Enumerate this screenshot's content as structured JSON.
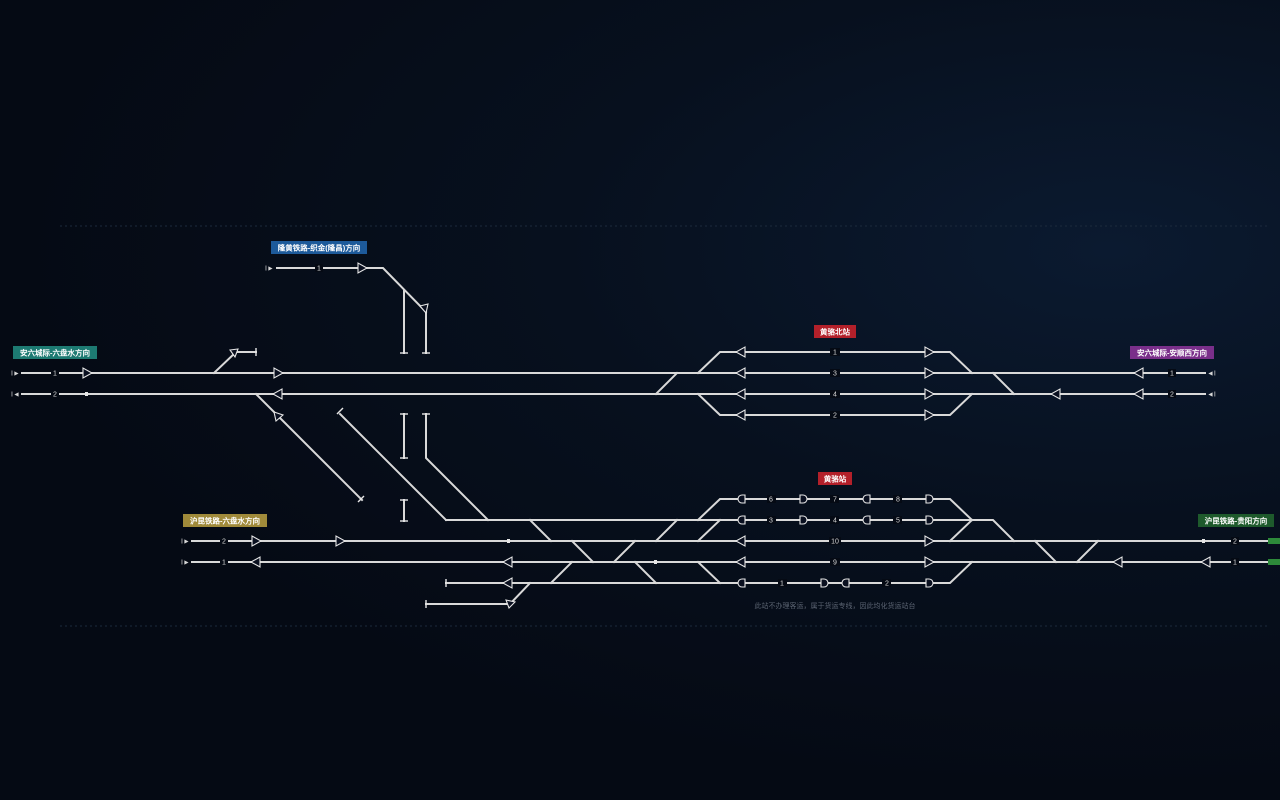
{
  "stations": {
    "huangluo_north": {
      "label": "黄骆北站",
      "color": "#b3202a"
    },
    "huangluo": {
      "label": "黄骆站",
      "color": "#b3202a"
    }
  },
  "directions": {
    "longhuang": {
      "label": "隆黄铁路-织金(隆昌)方向",
      "color": "#1d5a9a"
    },
    "anliu_west": {
      "label": "安六城际-六盘水方向",
      "color": "#1d7a72"
    },
    "anliu_east": {
      "label": "安六城际-安顺西方向",
      "color": "#7a2f8a"
    },
    "huguan_west": {
      "label": "沪昆铁路-六盘水方向",
      "color": "#a08a3a"
    },
    "huguan_east": {
      "label": "沪昆铁路-贵阳方向",
      "color": "#1e5a2c"
    }
  },
  "track_numbers": {
    "longhuang_1": "1",
    "anliu_w1": "1",
    "anliu_w2": "2",
    "north_1": "1",
    "north_3": "3",
    "north_4": "4",
    "north_2": "2",
    "anliu_e1": "1",
    "anliu_e2": "2",
    "hl_6": "6",
    "hl_7": "7",
    "hl_8": "8",
    "hl_3": "3",
    "hl_4": "4",
    "hl_5": "5",
    "hl_10": "10",
    "hl_9": "9",
    "hl_1": "1",
    "hl_2": "2",
    "huguan_w2": "2",
    "huguan_w1": "1",
    "huguan_e2": "2",
    "huguan_e1": "1"
  },
  "note": "此站不办理客运，属于货运专线，因此均化货运站台",
  "icons": [
    "signal-icon",
    "buffer-stop-icon",
    "track-end-arrow-icon"
  ]
}
